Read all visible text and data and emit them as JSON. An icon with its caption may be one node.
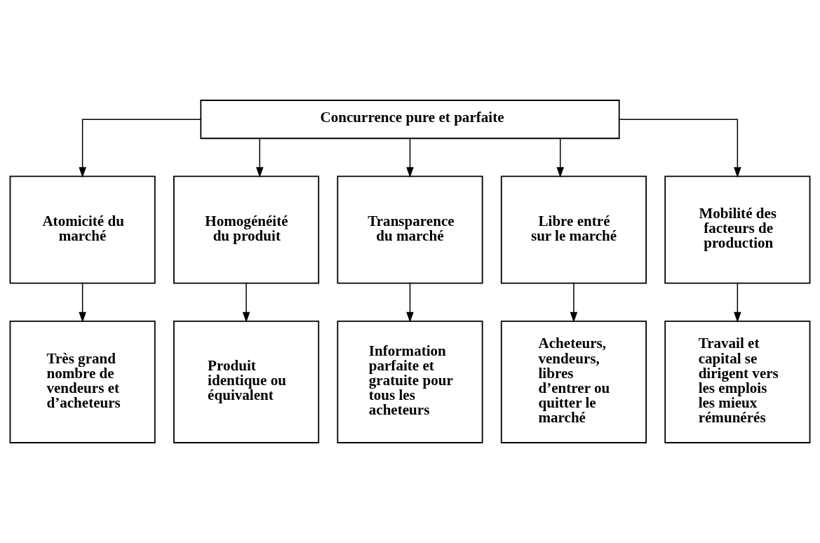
{
  "diagram": {
    "nodes": [
      {
        "text": [
          "Concurrence pure et parfaite"
        ]
      },
      {
        "text": [
          "Atomicité du marché"
        ]
      },
      {
        "text": [
          "Homogénéité du produit"
        ]
      },
      {
        "text": [
          "Transparence du marché"
        ]
      },
      {
        "text": [
          "Libre entré sur le marché"
        ]
      },
      {
        "text": [
          "Mobilité des facteurs de production"
        ]
      },
      {
        "text": [
          "Très grand nombre de vendeurs et d’acheteurs"
        ]
      },
      {
        "text": [
          "Produit identique ou équivalent"
        ]
      },
      {
        "text": [
          "Information parfaite et gratuite pour tous les acheteurs"
        ]
      },
      {
        "text": [
          "Acheteurs, vendeurs, libres d’entrer ou quitter le marché"
        ]
      },
      {
        "text": [
          "Travail et capital se dirigent vers les emplois les mieux rémunérés"
        ]
      }
    ],
    "edges": [
      {
        "from": 0,
        "to": 1,
        "arrow": "to"
      },
      {
        "from": 0,
        "to": 2,
        "arrow": "to"
      },
      {
        "from": 0,
        "to": 3,
        "arrow": "to"
      },
      {
        "from": 0,
        "to": 4,
        "arrow": "to"
      },
      {
        "from": 0,
        "to": 5,
        "arrow": "to"
      },
      {
        "from": 1,
        "to": 6,
        "arrow": "to"
      },
      {
        "from": 2,
        "to": 7,
        "arrow": "to"
      },
      {
        "from": 3,
        "to": 8,
        "arrow": "to"
      },
      {
        "from": 4,
        "to": 9,
        "arrow": "to"
      },
      {
        "from": 5,
        "to": 10,
        "arrow": "to"
      }
    ]
  }
}
